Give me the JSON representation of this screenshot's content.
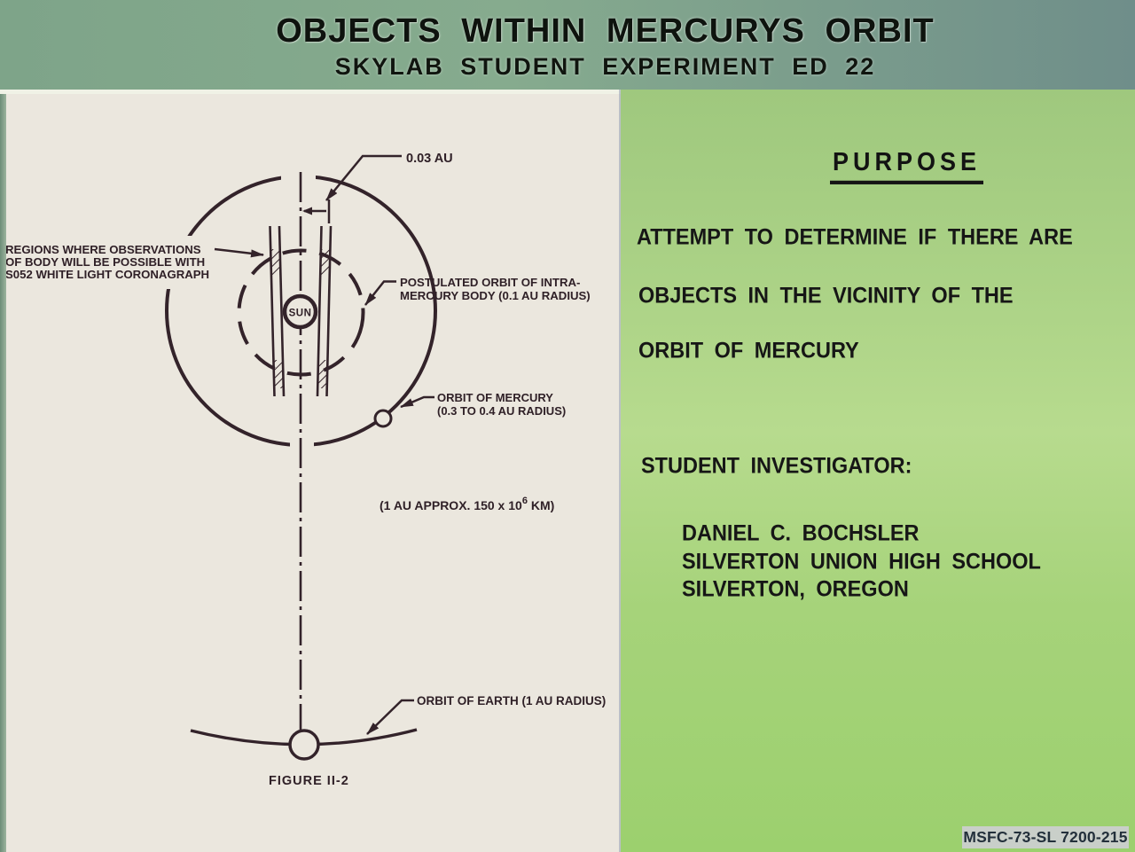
{
  "header": {
    "title": "OBJECTS WITHIN MERCURYS ORBIT",
    "subtitle": "SKYLAB STUDENT EXPERIMENT ED 22"
  },
  "diagram": {
    "sun_label": "SUN",
    "dimension_label": "0.03 AU",
    "observation_regions_label": [
      "REGIONS WHERE OBSERVATIONS",
      "OF BODY WILL BE POSSIBLE WITH",
      "S052 WHITE LIGHT CORONAGRAPH"
    ],
    "postulated_orbit_label": [
      "POSTULATED ORBIT OF INTRA-",
      "MERCURY BODY (0.1 AU RADIUS)"
    ],
    "mercury_orbit_label": [
      "ORBIT OF MERCURY",
      "(0.3 TO 0.4 AU RADIUS)"
    ],
    "au_scale_note": {
      "pre": "(1 AU APPROX. 150 x 10",
      "sup": "6",
      "post": " KM)"
    },
    "earth_orbit_label": "ORBIT OF EARTH (1 AU RADIUS)",
    "figure_label": "FIGURE II-2"
  },
  "purpose": {
    "heading": "PURPOSE",
    "lines": [
      "ATTEMPT TO DETERMINE IF THERE ARE",
      "OBJECTS IN THE VICINITY OF THE",
      "ORBIT OF MERCURY"
    ]
  },
  "investigator": {
    "heading": "STUDENT INVESTIGATOR:",
    "lines": [
      "DANIEL C. BOCHSLER",
      "SILVERTON UNION HIGH SCHOOL",
      "SILVERTON, OREGON"
    ]
  },
  "footer": {
    "reference": "MSFC-73-SL 7200-215"
  },
  "colors": {
    "header_green_left": "#7ea489",
    "header_teal_right": "#6f8e8a",
    "panel_cream": "#ebe7de",
    "panel_green": "#a8d480",
    "ink": "#33232a",
    "text_black": "#161616",
    "badge_gray": "#c9cfc9"
  }
}
